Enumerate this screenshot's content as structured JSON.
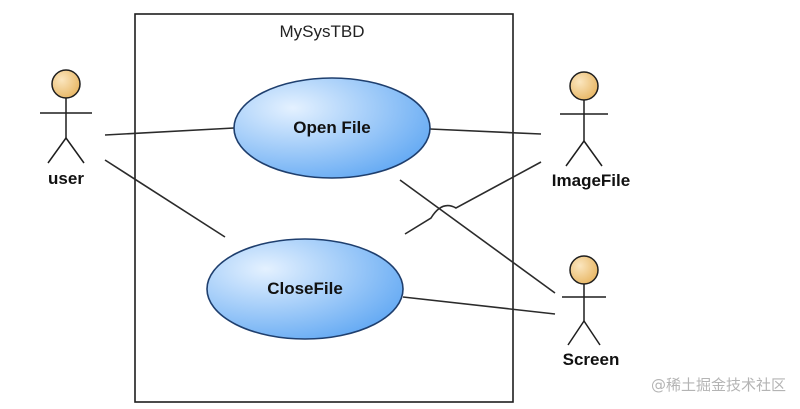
{
  "system": {
    "title": "MySysTBD"
  },
  "use_cases": {
    "open_file": {
      "label": "Open File"
    },
    "close_file": {
      "label": "CloseFile"
    }
  },
  "actors": {
    "user": {
      "label": "user"
    },
    "image_file": {
      "label": "ImageFile"
    },
    "screen": {
      "label": "Screen"
    }
  },
  "watermark": {
    "text": "@稀土掘金技术社区"
  },
  "colors": {
    "usecase_fill_light": "#dcecff",
    "usecase_fill_dark": "#6aaef5",
    "usecase_stroke": "#1f3f6e",
    "actor_head": "#f3cf8f",
    "line": "#2b2b2b"
  }
}
